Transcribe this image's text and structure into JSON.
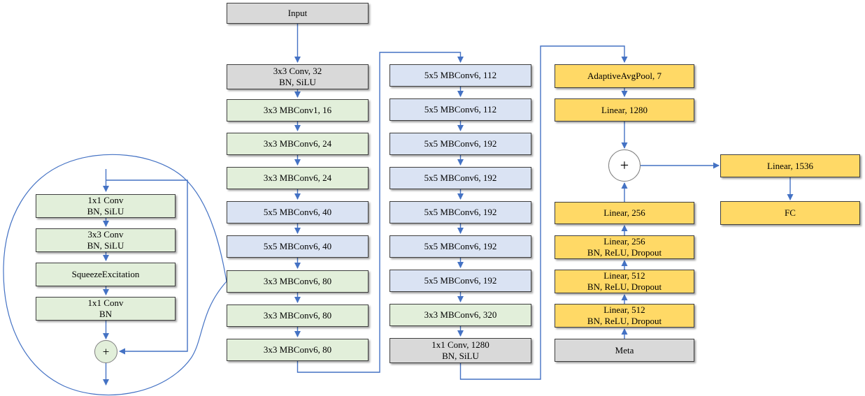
{
  "palette": {
    "box_gray": "#d9d9d9",
    "box_green": "#e2efda",
    "box_blue": "#dae3f3",
    "box_yellow": "#ffd966",
    "box_border": "#3f3f3f",
    "connector_blue": "#4472c4",
    "circle_border": "#7f7f7f"
  },
  "plus_symbol": "+",
  "detail_block": {
    "boxes": [
      "1x1 Conv\nBN, SiLU",
      "3x3 Conv\nBN, SiLU",
      "SqueezeExcitation",
      "1x1 Conv\nBN"
    ]
  },
  "backbone_stage1": {
    "boxes": [
      "Input",
      "3x3 Conv, 32\nBN, SiLU",
      "3x3 MBConv1, 16",
      "3x3 MBConv6, 24",
      "3x3 MBConv6, 24",
      "5x5 MBConv6, 40",
      "5x5 MBConv6, 40",
      "3x3 MBConv6, 80",
      "3x3 MBConv6, 80",
      "3x3 MBConv6, 80"
    ]
  },
  "backbone_stage2": {
    "boxes": [
      "5x5 MBConv6, 112",
      "5x5 MBConv6, 112",
      "5x5 MBConv6, 192",
      "5x5 MBConv6, 192",
      "5x5 MBConv6, 192",
      "5x5 MBConv6, 192",
      "5x5 MBConv6, 192",
      "3x3 MBConv6, 320",
      "1x1 Conv, 1280\nBN, SiLU"
    ]
  },
  "head_branch": {
    "boxes": [
      "AdaptiveAvgPool, 7",
      "Linear, 1280",
      "Linear, 256",
      "Linear, 256\nBN, ReLU, Dropout",
      "Linear, 512\nBN, ReLU, Dropout",
      "Linear, 512\nBN, ReLU, Dropout",
      "Meta"
    ]
  },
  "output_branch": {
    "boxes": [
      "Linear, 1536",
      "FC"
    ]
  }
}
